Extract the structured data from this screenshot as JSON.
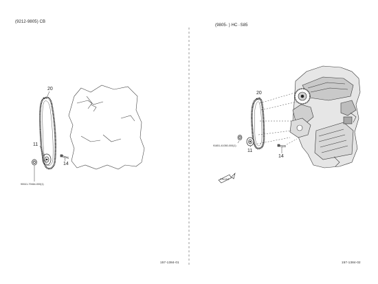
{
  "left_panel": {
    "header": "(9212-9805) CB",
    "callouts": [
      "20",
      "11",
      "14"
    ],
    "part_number": "90041-79464-000(1)",
    "figure_code": "157-1384-01"
  },
  "right_panel": {
    "header": "(9805-        ) HC··S85",
    "callouts": [
      "20",
      "11",
      "14"
    ],
    "part_number": "91651-41050-000(1)",
    "front_label": "FRONT",
    "figure_code": "157-1384-02"
  }
}
